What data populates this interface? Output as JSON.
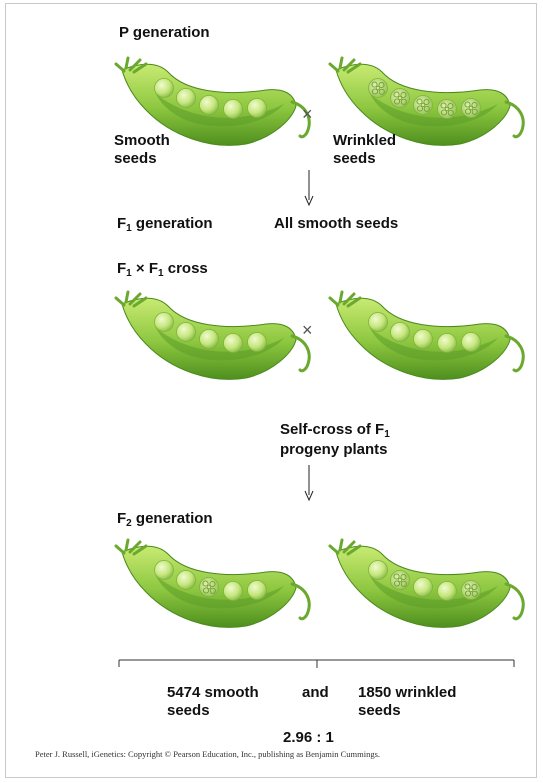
{
  "p_generation": {
    "label": "P generation"
  },
  "smooth_parent": {
    "label_line1": "Smooth",
    "label_line2": "seeds"
  },
  "wrinkled_parent": {
    "label_line1": "Wrinkled",
    "label_line2": "seeds"
  },
  "cross_symbol": "×",
  "f1_generation": {
    "prefix": "F",
    "sub": "1",
    "suffix": " generation",
    "result": "All smooth seeds"
  },
  "f1_cross": {
    "f_a": "F",
    "sub_a": "1",
    "times": " × ",
    "f_b": "F",
    "sub_b": "1",
    "suffix": " cross"
  },
  "self_cross": {
    "line1_text": "Self-cross of F",
    "line1_sub": "1",
    "line2": "progeny plants"
  },
  "f2_generation": {
    "prefix": "F",
    "sub": "2",
    "suffix": " generation"
  },
  "results": {
    "smooth_line1": "5474 smooth",
    "smooth_line2": "seeds",
    "and": "and",
    "wrinkled_line1": "1850 wrinkled",
    "wrinkled_line2": "seeds",
    "ratio": "2.96 : 1"
  },
  "credit": "Peter J. Russell, iGenetics: Copyright © Pearson Education, Inc., publishing as Benjamin Cummings.",
  "colors": {
    "pod_light": "#bfe36a",
    "pod_mid": "#8cc63f",
    "pod_dark": "#4e8f1e",
    "pea": "#d4ee8e",
    "pea_edge": "#7fb43a"
  }
}
